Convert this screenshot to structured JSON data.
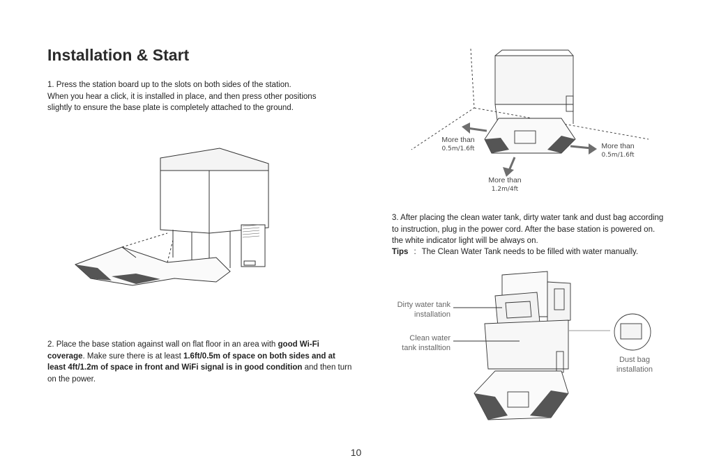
{
  "heading": "Installation & Start",
  "step1": {
    "line1": "1. Press the station board up to the slots on both sides of the station.",
    "line2": "When you hear a click, it is installed in place, and then press other positions",
    "line3": "slightly to ensure the base plate is completely attached to the ground."
  },
  "step2": {
    "t1": "2. Place the base station against wall on flat floor in an area with ",
    "b1": "good Wi-Fi coverage",
    "t2": ". Make sure there is at least ",
    "b2": "1.6ft/0.5m of space on both sides and at least 4ft/1.2m of space in front and WiFi signal is in good condition",
    "t3": " and then turn on the power."
  },
  "step3": {
    "line1": "3. After placing the clean water tank, dirty water tank and dust bag according",
    "line2": "to instruction, plug in the power cord. After the base station is powered on.",
    "line3": "the white indicator light will be always on."
  },
  "tips": {
    "label": "Tips",
    "colon": ":",
    "text": "The Clean Water Tank needs to be filled with water manually."
  },
  "clearance": {
    "left": {
      "label": "More than",
      "value": "0.5m/1.6ft"
    },
    "right": {
      "label": "More than",
      "value": "0.5m/1.6ft"
    },
    "front": {
      "label": "More than",
      "value": "1.2m/4ft"
    }
  },
  "callouts": {
    "dirty_tank_1": "Dirty water tank",
    "dirty_tank_2": "installation",
    "clean_tank_1": "Clean water",
    "clean_tank_2": "tank installtion",
    "dust_bag_1": "Dust bag",
    "dust_bag_2": "installation"
  },
  "page_number": "10",
  "colors": {
    "arrow": "#6e6e6e",
    "text": "#222222",
    "line": "#333333"
  }
}
